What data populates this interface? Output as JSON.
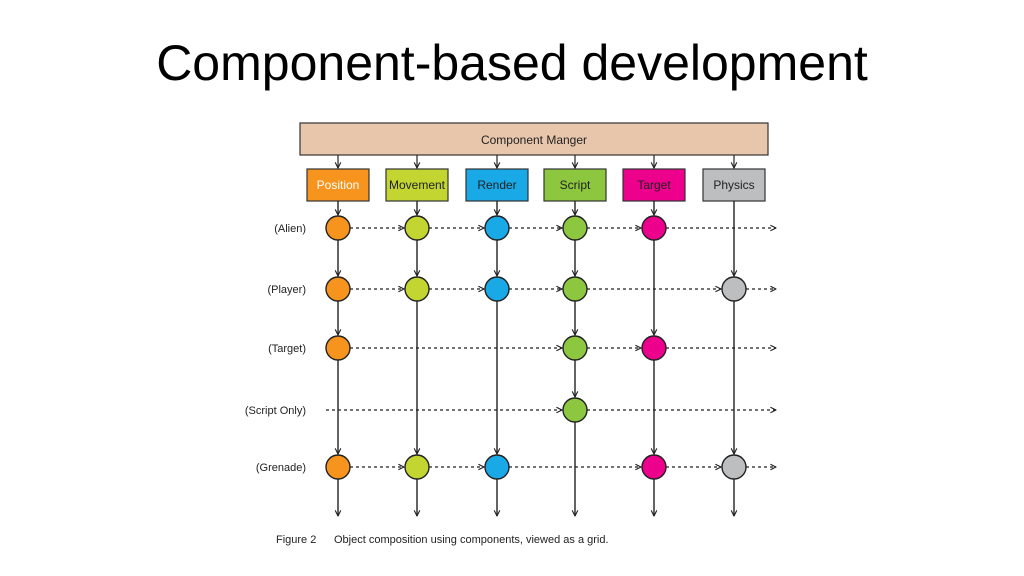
{
  "slide": {
    "title": "Component-based development"
  },
  "diagram": {
    "manager_label": "Component Manger",
    "manager_color": "#e8c6ab",
    "components": [
      {
        "label": "Position",
        "color": "#f7941d",
        "text_color": "#ffffff"
      },
      {
        "label": "Movement",
        "color": "#c2d530",
        "text_color": "#222222"
      },
      {
        "label": "Render",
        "color": "#18a9e6",
        "text_color": "#222222"
      },
      {
        "label": "Script",
        "color": "#8dc63f",
        "text_color": "#222222"
      },
      {
        "label": "Target",
        "color": "#ec008c",
        "text_color": "#222222"
      },
      {
        "label": "Physics",
        "color": "#bdbec0",
        "text_color": "#222222"
      }
    ],
    "objects": [
      {
        "label": "(Alien)",
        "components": [
          true,
          true,
          true,
          true,
          true,
          false
        ]
      },
      {
        "label": "(Player)",
        "components": [
          true,
          true,
          true,
          true,
          false,
          true
        ]
      },
      {
        "label": "(Target)",
        "components": [
          true,
          false,
          false,
          true,
          true,
          false
        ]
      },
      {
        "label": "(Script Only)",
        "components": [
          false,
          false,
          false,
          true,
          false,
          false
        ]
      },
      {
        "label": "(Grenade)",
        "components": [
          true,
          true,
          true,
          false,
          true,
          true
        ]
      }
    ],
    "caption_number": "Figure 2",
    "caption_text": "Object composition using components, viewed as a grid."
  }
}
